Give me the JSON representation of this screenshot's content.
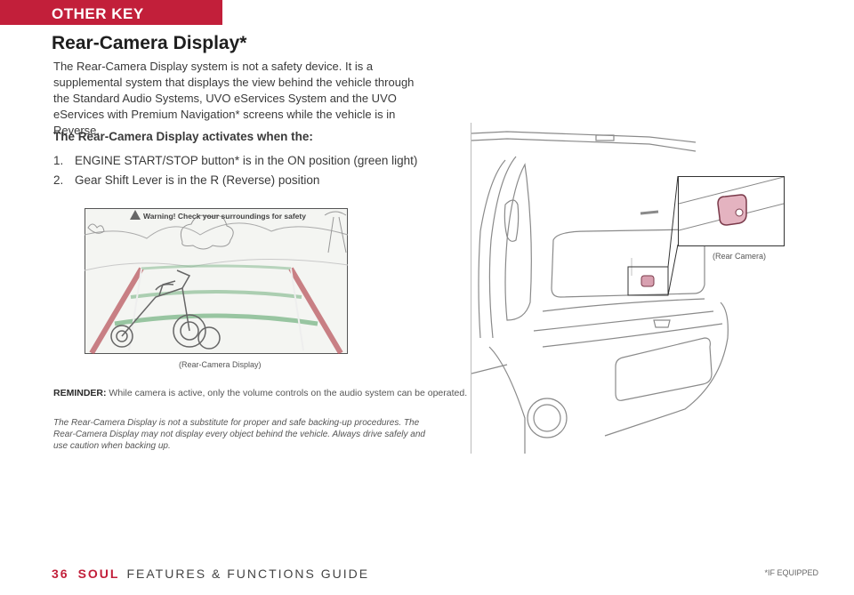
{
  "section_tab": "OTHER KEY FEATURES",
  "title": "Rear-Camera Display*",
  "intro": "The Rear-Camera Display system is not a safety device. It is a supplemental system that displays the view behind the vehicle through the Standard Audio Systems, UVO eServices System and the UVO eServices with Premium Navigation* screens while the vehicle is in Reverse.",
  "activation_heading": "The Rear-Camera Display activates when the:",
  "steps": [
    {
      "num": "1.",
      "text": "ENGINE START/STOP button* is in the ON position (green light)"
    },
    {
      "num": "2.",
      "text": "Gear Shift Lever is in the R (Reverse) position"
    }
  ],
  "camera_screen": {
    "warning": "Warning! Check your surroundings for safety",
    "caption": "(Rear-Camera Display)"
  },
  "rear_camera_caption": "(Rear Camera)",
  "reminder": {
    "label": "REMINDER:",
    "text": " While camera is active, only the volume controls on the audio system can be operated."
  },
  "disclaimer": "The Rear-Camera Display is not a substitute for proper and safe backing-up procedures. The Rear-Camera Display may not display every object behind the vehicle. Always drive safely and use caution when backing up.",
  "footer": {
    "page": "36",
    "model": "SOUL",
    "guide": "FEATURES & FUNCTIONS GUIDE",
    "note": "*IF EQUIPPED"
  },
  "colors": {
    "accent": "#c21f3a",
    "guideline_green": "#9ec9a8",
    "guideline_red": "#c96b6b"
  }
}
